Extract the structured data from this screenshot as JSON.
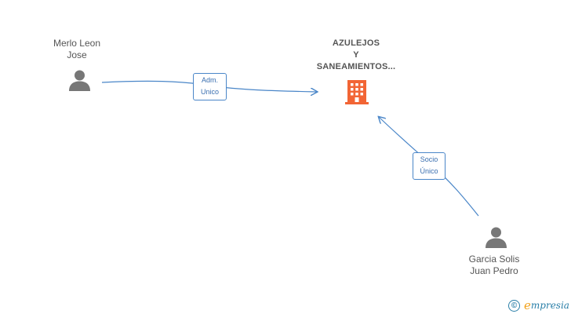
{
  "colors": {
    "edge": "#4a86c8",
    "person": "#777777",
    "company": "#f26535",
    "label_text": "#555555"
  },
  "nodes": {
    "merlo": {
      "name_line1": "Merlo Leon",
      "name_line2": "Jose",
      "icon": "person-icon"
    },
    "company": {
      "line1": "AZULEJOS",
      "line2": "Y",
      "line3": "SANEAMIENTOS...",
      "icon": "building-icon"
    },
    "garcia": {
      "name_line1": "Garcia Solis",
      "name_line2": "Juan Pedro",
      "icon": "person-icon"
    }
  },
  "edges": {
    "adm": {
      "line1": "Adm.",
      "line2": "Unico"
    },
    "socio": {
      "line1": "Socio",
      "line2": "Único"
    }
  },
  "brand": {
    "copyright": "©",
    "e": "e",
    "rest": "mpresia"
  }
}
